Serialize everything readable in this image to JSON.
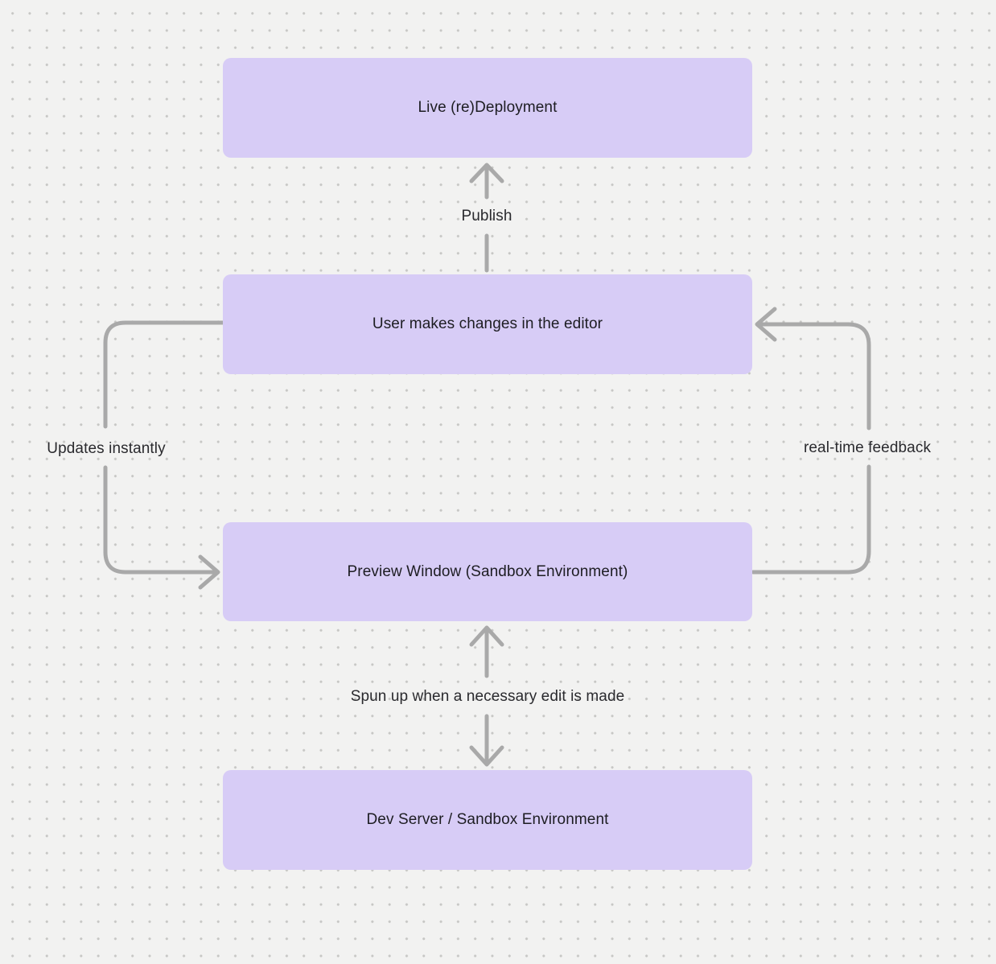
{
  "canvas": {
    "background_color": "#f2f2f1",
    "dot_color": "#c7c7c5"
  },
  "diagram": {
    "node_fill_color": "#d7ccf6",
    "node_text_color": "#1d1d22",
    "connector_color": "#a9a9a9",
    "nodes": [
      {
        "id": "live-redeployment",
        "label": "Live (re)Deployment"
      },
      {
        "id": "user-editor",
        "label": "User makes changes in the editor"
      },
      {
        "id": "preview-window",
        "label": "Preview Window (Sandbox Environment)"
      },
      {
        "id": "dev-server",
        "label": "Dev Server / Sandbox Environment"
      }
    ],
    "edges": [
      {
        "from": "user-editor",
        "to": "live-redeployment",
        "label": "Publish",
        "direction": "up"
      },
      {
        "from": "user-editor",
        "to": "preview-window",
        "label": "Updates instantly",
        "direction": "down-left-loop"
      },
      {
        "from": "preview-window",
        "to": "user-editor",
        "label": "real-time feedback",
        "direction": "up-right-loop"
      },
      {
        "from": "preview-window",
        "to": "dev-server",
        "label": "Spun up when a necessary edit is made",
        "direction": "bidirectional"
      }
    ]
  }
}
